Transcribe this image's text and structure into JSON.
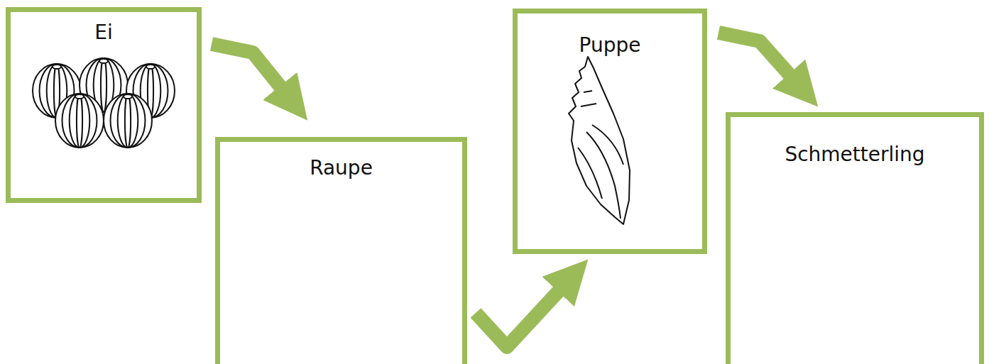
{
  "diagram": {
    "nodes": [
      {
        "text": [
          "Ei"
        ]
      },
      {
        "text": [
          "Raupe"
        ]
      },
      {
        "text": [
          "Puppe"
        ]
      },
      {
        "text": [
          "Schmetterling"
        ]
      }
    ],
    "edges": [
      {
        "from": 0,
        "to": 1,
        "arrow": "to"
      },
      {
        "from": 1,
        "to": 2,
        "arrow": "to"
      },
      {
        "from": 2,
        "to": 3,
        "arrow": "to"
      }
    ]
  }
}
